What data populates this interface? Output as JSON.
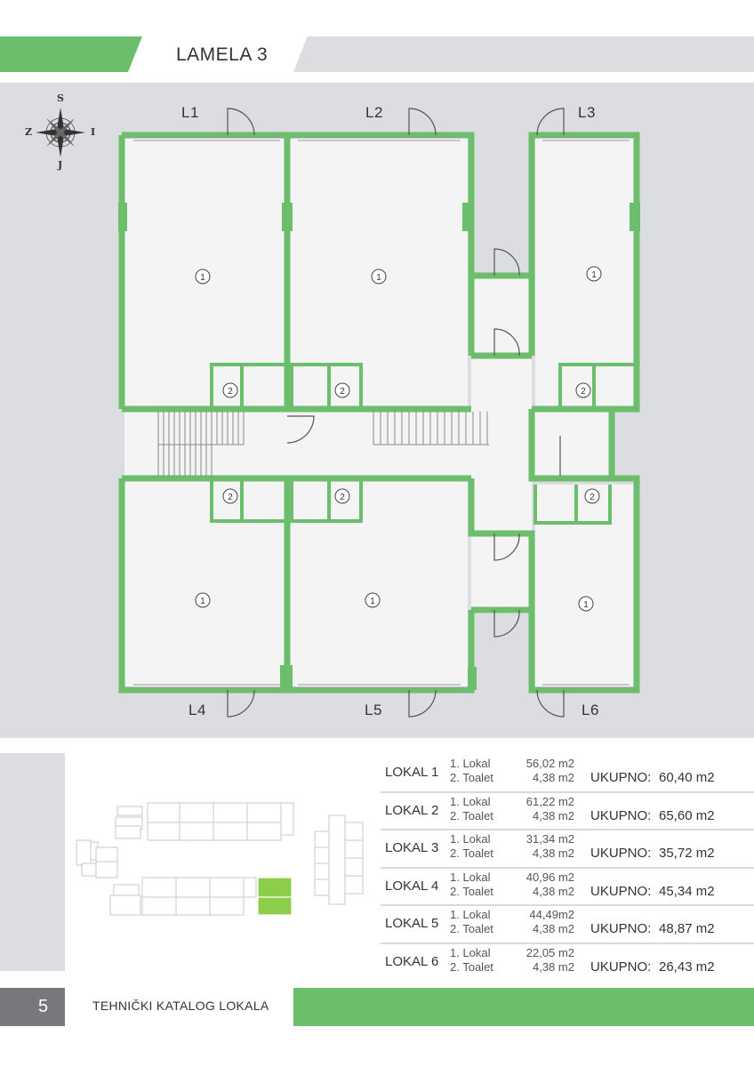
{
  "header": {
    "title": "LAMELA 3"
  },
  "colors": {
    "accent_green": "#6cbd6c",
    "panel_gray": "#dcdde1",
    "footer_gray": "#77787b"
  },
  "compass": {
    "north": "S",
    "south": "J",
    "west": "Z",
    "east": "I"
  },
  "plan": {
    "unit_labels": [
      "L1",
      "L2",
      "L3",
      "L4",
      "L5",
      "L6"
    ],
    "room_markers": {
      "lokal": "1",
      "toalet": "2"
    }
  },
  "table": {
    "rows": [
      {
        "name": "LOKAL 1",
        "item1": "1.  Lokal",
        "area1": "56,02 m2",
        "item2": "2.  Toalet",
        "area2": "4,38 m2",
        "total_label": "UKUPNO:",
        "total": "60,40 m2"
      },
      {
        "name": "LOKAL 2",
        "item1": "1.  Lokal",
        "area1": "61,22 m2",
        "item2": "2.  Toalet",
        "area2": "4,38 m2",
        "total_label": "UKUPNO:",
        "total": "65,60 m2"
      },
      {
        "name": "LOKAL 3",
        "item1": "1.  Lokal",
        "area1": "31,34 m2",
        "item2": "2.  Toalet",
        "area2": "4,38 m2",
        "total_label": "UKUPNO:",
        "total": "35,72 m2"
      },
      {
        "name": "LOKAL 4",
        "item1": "1.  Lokal",
        "area1": "40,96 m2",
        "item2": "2.  Toalet",
        "area2": "4,38 m2",
        "total_label": "UKUPNO:",
        "total": "45,34 m2"
      },
      {
        "name": "LOKAL 5",
        "item1": "1.  Lokal",
        "area1": "44,49m2",
        "item2": "2.  Toalet",
        "area2": "4,38 m2",
        "total_label": "UKUPNO:",
        "total": "48,87 m2"
      },
      {
        "name": "LOKAL 6",
        "item1": "1.  Lokal",
        "area1": "22,05 m2",
        "item2": "2.  Toalet",
        "area2": "4,38 m2",
        "total_label": "UKUPNO:",
        "total": "26,43 m2"
      }
    ]
  },
  "footer": {
    "page_number": "5",
    "title": "TEHNIČKI KATALOG LOKALA"
  }
}
